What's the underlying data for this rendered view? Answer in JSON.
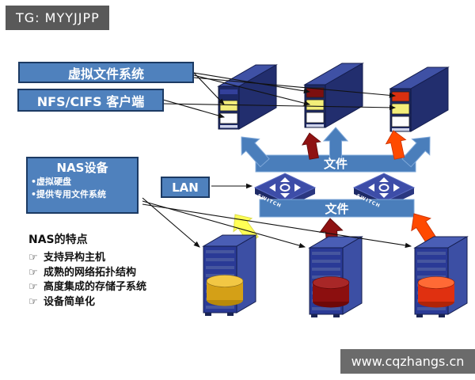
{
  "header": {
    "badge": "TG: MYYJJPP"
  },
  "boxes": {
    "vfs": "虚拟文件系统",
    "nfs": "NFS/CIFS 客户端",
    "nas": {
      "title": "NAS设备",
      "bullets": [
        "•虚拟硬盘",
        "•提供专用文件系统"
      ]
    },
    "lan": "LAN"
  },
  "flow": {
    "file_top": "文件",
    "file_bottom": "文件",
    "switch_left": "SWITCH",
    "switch_right": "SWITCH"
  },
  "features": {
    "title": "NAS的特点",
    "bullet_icon": "☞",
    "items": [
      "支持异构主机",
      "成熟的网络拓扑结构",
      "高度集成的存储子系统",
      "设备简单化"
    ]
  },
  "watermark": {
    "text": "www.cqzhangs.cn"
  },
  "colors": {
    "box_blue": "#4f81bd",
    "box_border": "#1c3a63",
    "server_navy": "#1d2966",
    "flow_blue": "#4a7ebb",
    "arrow_dark_red": "#8f1212",
    "arrow_orange": "#ff4a00",
    "arrow_yellow": "#ffff55",
    "disk_yellow": "#d4a017",
    "disk_red": "#8c0f0f",
    "disk_orange": "#e03010",
    "badge_gray": "#595959",
    "watermark_gray": "#6b6b6b"
  }
}
